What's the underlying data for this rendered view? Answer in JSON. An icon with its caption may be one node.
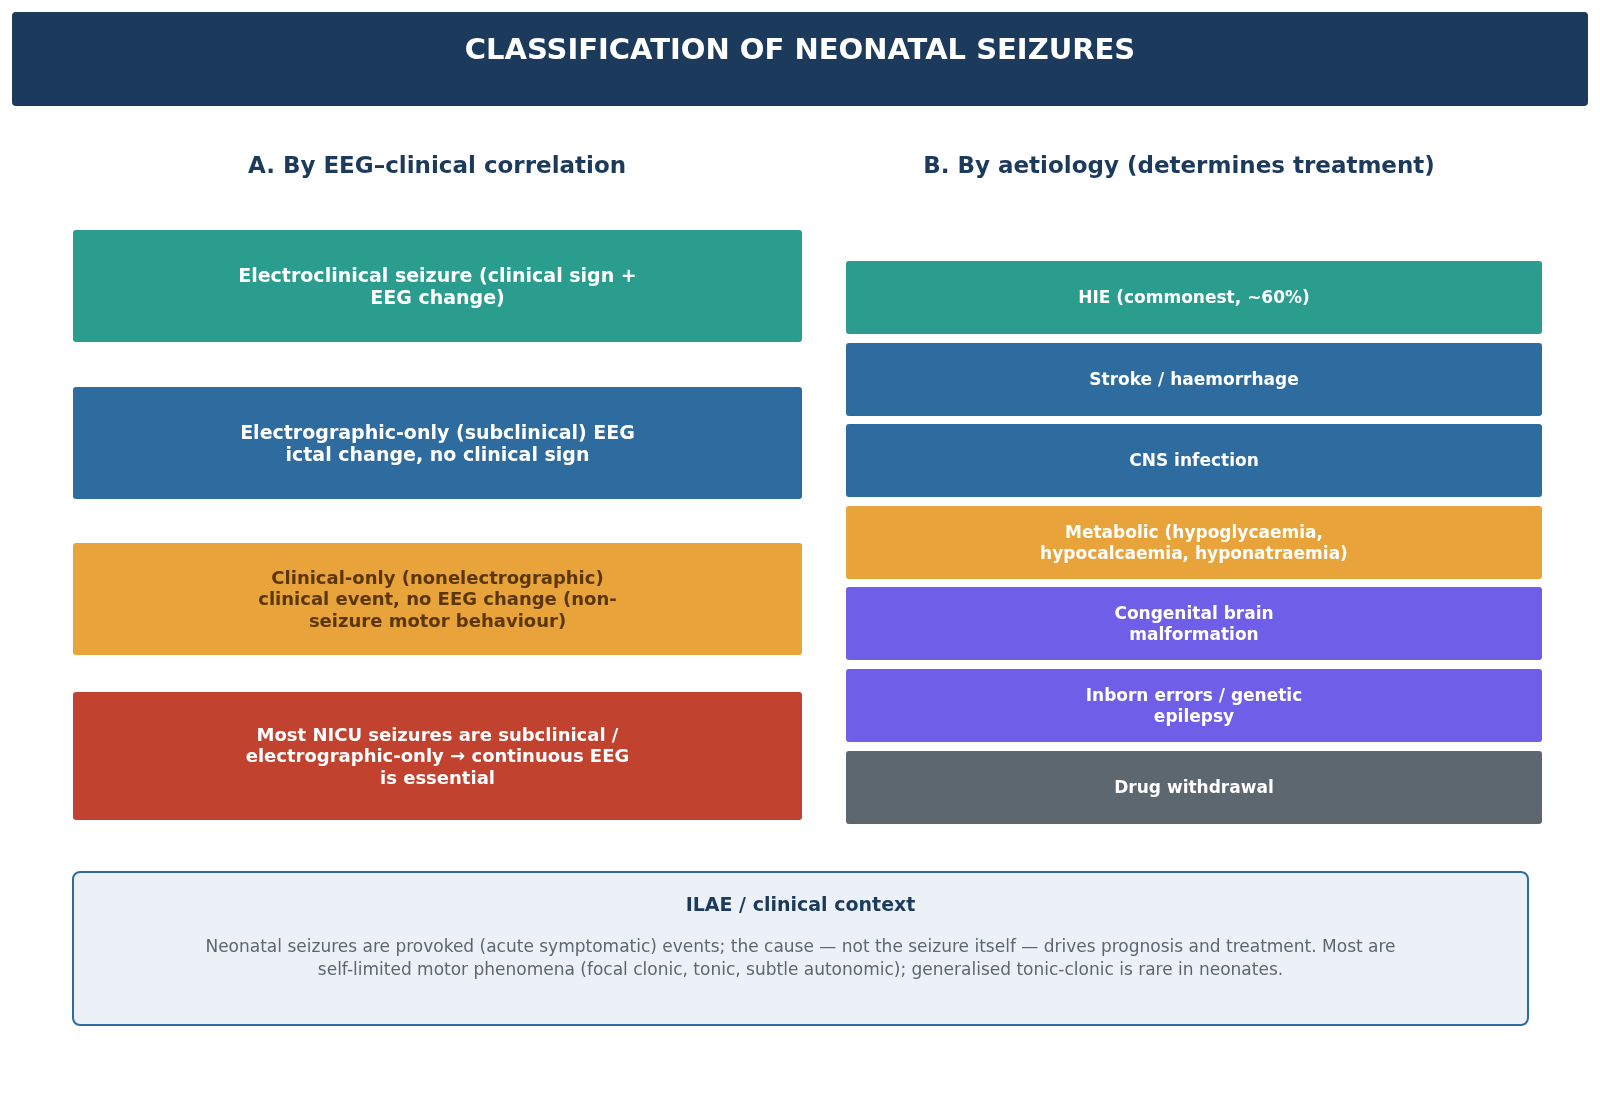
{
  "diagram": {
    "title": "CLASSIFICATION OF NEONATAL SEIZURES",
    "nodes": [
      {
        "text": [
          "Electroclinical seizure (clinical sign + EEG change)"
        ]
      },
      {
        "text": [
          "Electrographic-only (subclinical) EEG ictal change, no clinical sign"
        ]
      },
      {
        "text": [
          "Clinical-only (nonelectrographic) clinical event, no EEG change (non-seizure motor behaviour)"
        ]
      },
      {
        "text": [
          "Most NICU seizures are subclinical / electrographic-only → continuous EEG is essential"
        ]
      },
      {
        "text": [
          "HIE (commonest, ~60%)"
        ]
      },
      {
        "text": [
          "Stroke / haemorrhage"
        ]
      },
      {
        "text": [
          "CNS infection"
        ]
      },
      {
        "text": [
          "Metabolic (hypoglycaemia, hypocalcaemia, hyponatraemia)"
        ]
      },
      {
        "text": [
          "Congenital brain malformation"
        ]
      },
      {
        "text": [
          "Inborn errors / genetic epilepsy"
        ]
      },
      {
        "text": [
          "Drug withdrawal"
        ]
      },
      {
        "text": [
          "ILAE / clinical context",
          "Neonatal seizures are provoked (acute symptomatic) events; the cause — not the seizure itself — drives prognosis and treatment. Most are self-limited motor phenomena (focal clonic, tonic, subtle autonomic); generalised tonic-clonic is rare in neonates."
        ]
      }
    ],
    "labels": [
      "A. By EEG–clinical correlation",
      "B. By aetiology (determines treatment)"
    ]
  }
}
